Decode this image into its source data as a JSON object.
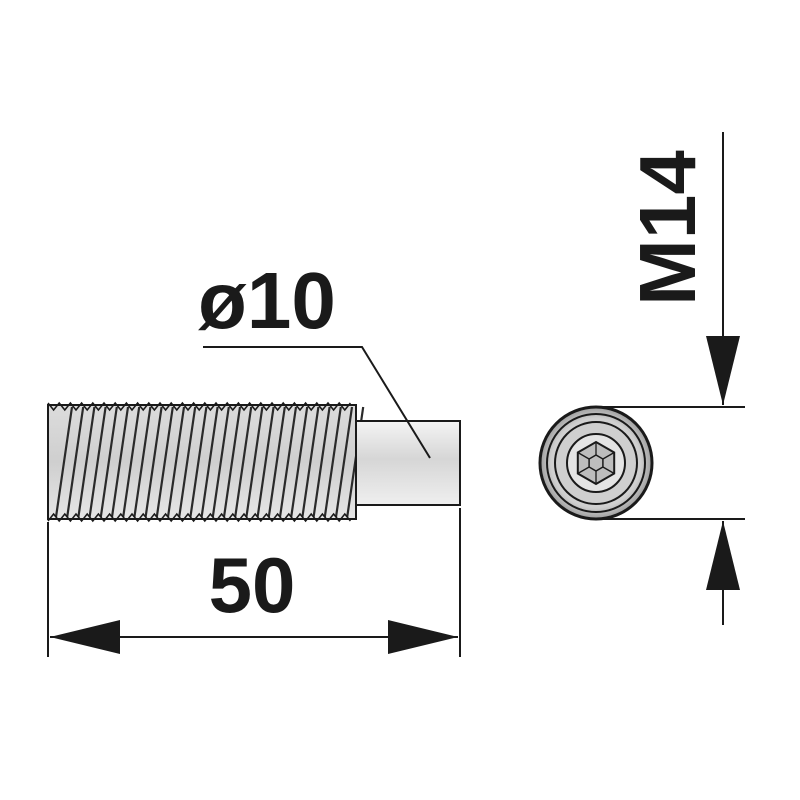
{
  "labels": {
    "diameter": "ø10",
    "length": "50",
    "thread": "M14"
  },
  "colors": {
    "ink": "#1a1a1a",
    "body": "#e2e2e2",
    "shade": "#bdbdbd"
  }
}
